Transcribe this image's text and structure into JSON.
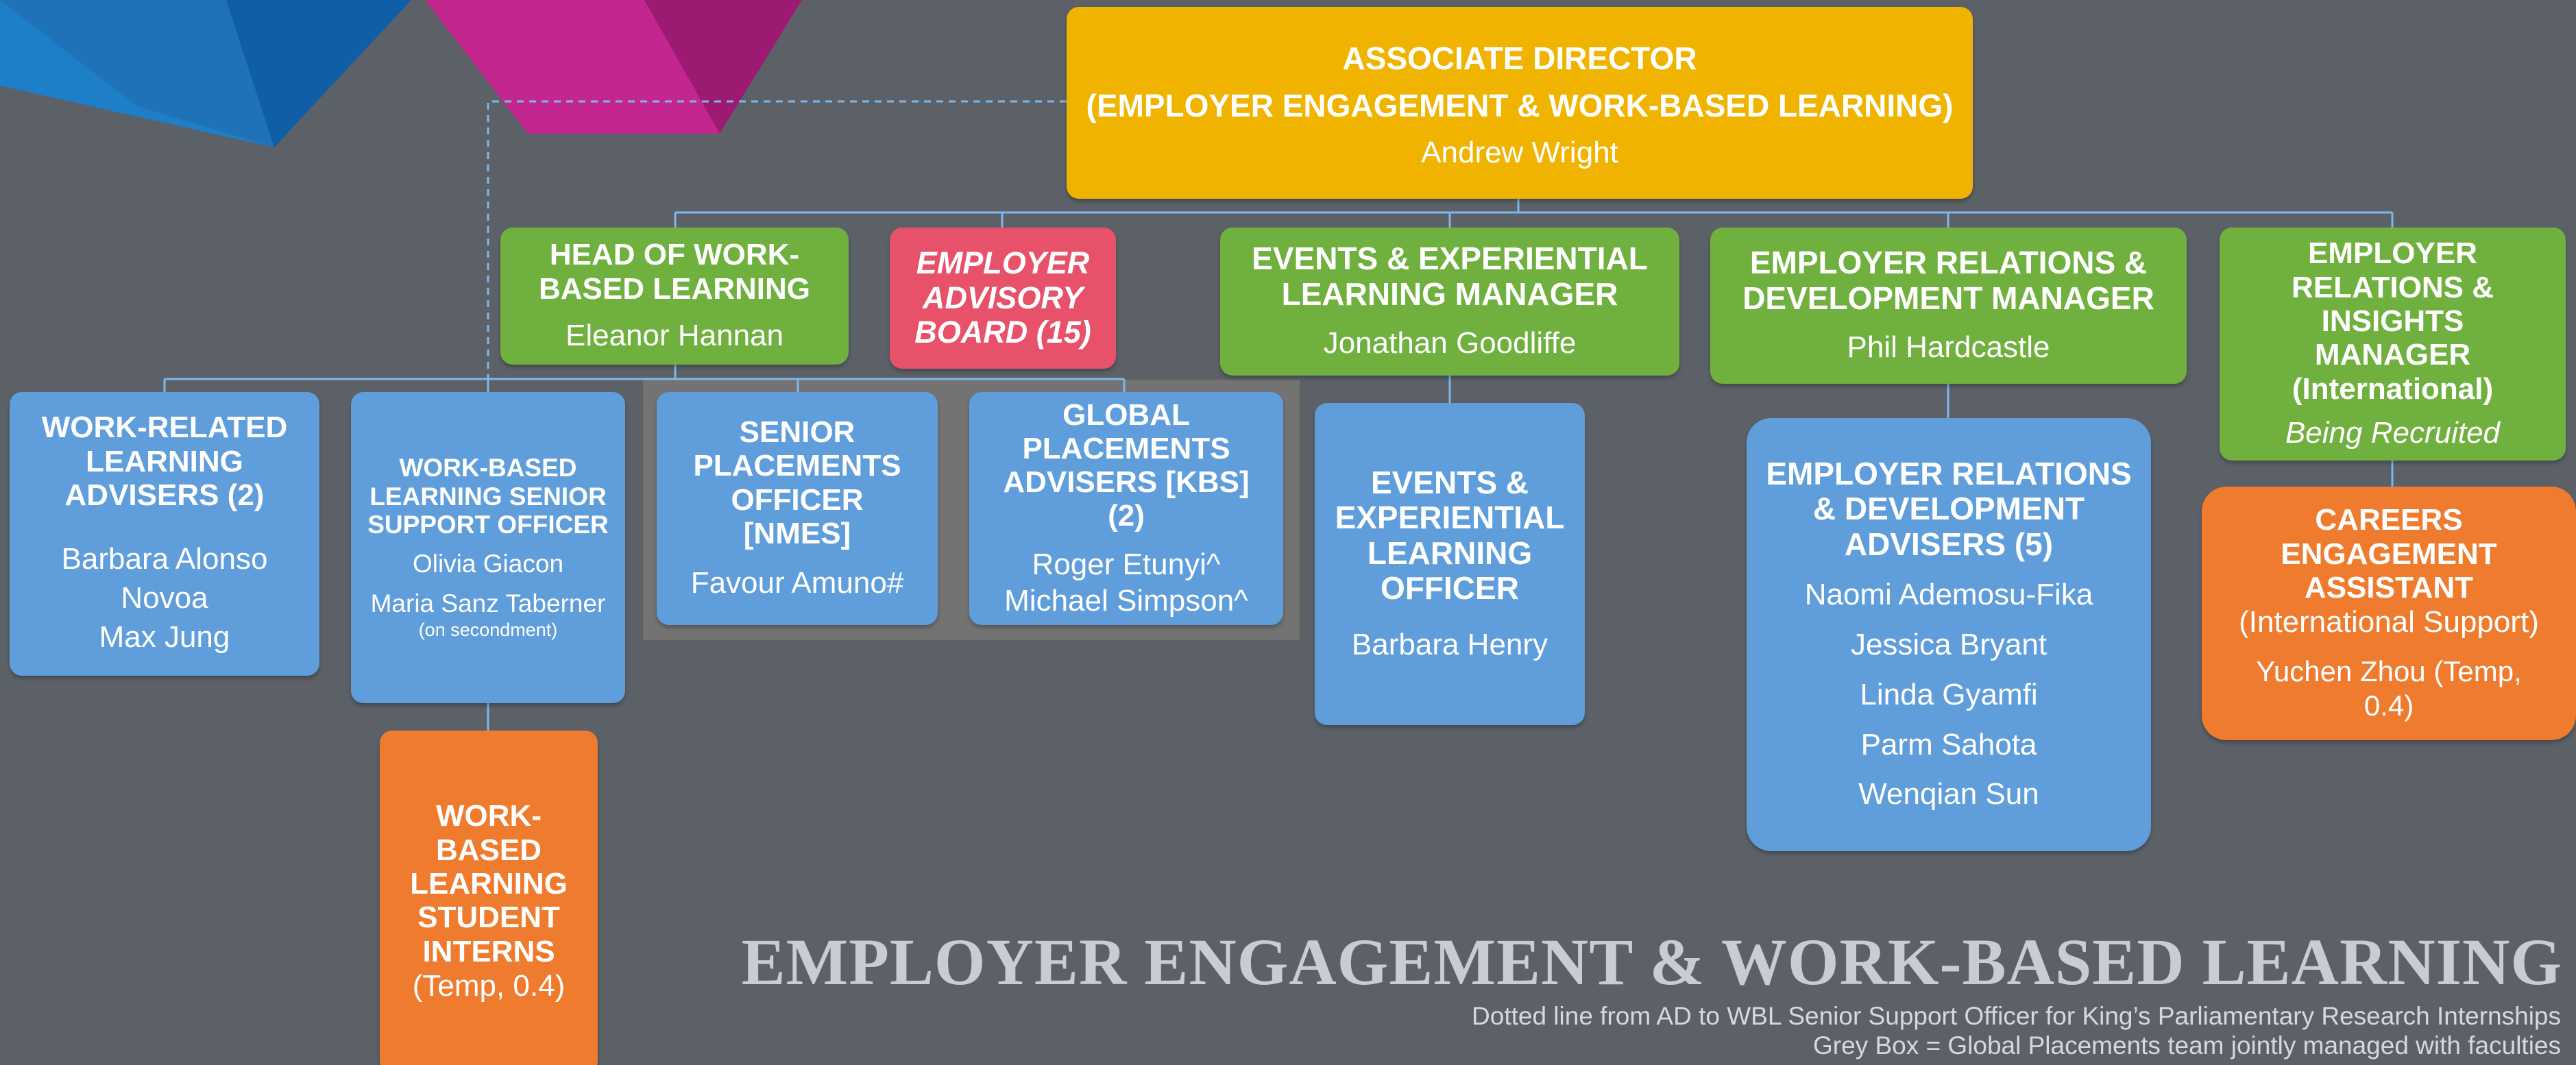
{
  "colors": {
    "background": "#5c6168",
    "leadership": "#f0b400",
    "manager": "#6fb03f",
    "staff": "#5f9edb",
    "temporary": "#ef7b2f",
    "advisory": "#e8516a",
    "grey_box": "#737373",
    "connector": "#7fb8e8"
  },
  "associate_director": {
    "title": "ASSOCIATE DIRECTOR\n(EMPLOYER ENGAGEMENT & WORK-BASED LEARNING)",
    "name": "Andrew Wright"
  },
  "head_wbl": {
    "title": "HEAD OF WORK-\nBASED LEARNING",
    "name": "Eleanor Hannan"
  },
  "advisory_board": {
    "title": "EMPLOYER\nADVISORY\nBOARD (15)"
  },
  "events_manager": {
    "title": "EVENTS & EXPERIENTIAL\nLEARNING MANAGER",
    "name": "Jonathan Goodliffe"
  },
  "er_manager": {
    "title": "EMPLOYER RELATIONS &\nDEVELOPMENT MANAGER",
    "name": "Phil Hardcastle"
  },
  "insights_manager": {
    "title": "EMPLOYER\nRELATIONS &\nINSIGHTS\nMANAGER\n(International)",
    "name": "Being Recruited"
  },
  "work_related_advisers": {
    "title": "WORK-RELATED\nLEARNING\nADVISERS (2)",
    "names": "Barbara Alonso\nNovoa\nMax Jung"
  },
  "wbl_senior_support": {
    "title": "WORK-BASED\nLEARNING SENIOR\nSUPPORT OFFICER",
    "name1": "Olivia Giacon",
    "name2": "Maria Sanz Taberner",
    "note": "(on secondment)"
  },
  "senior_placements": {
    "title": "SENIOR\nPLACEMENTS\nOFFICER\n[NMES]",
    "name": "Favour Amuno#"
  },
  "global_placements": {
    "title": "GLOBAL\nPLACEMENTS\nADVISERS [KBS]\n(2)",
    "names": "Roger Etunyi^\nMichael Simpson^"
  },
  "events_officer": {
    "title": "EVENTS &\nEXPERIENTIAL\nLEARNING\nOFFICER",
    "name": "Barbara Henry"
  },
  "er_advisers": {
    "title": "EMPLOYER RELATIONS\n& DEVELOPMENT\nADVISERS (5)",
    "names": [
      "Naomi Ademosu-Fika",
      "Jessica Bryant",
      "Linda Gyamfi",
      "Parm Sahota",
      "Wenqian Sun"
    ]
  },
  "careers_assistant": {
    "title": "CAREERS\nENGAGEMENT\nASSISTANT",
    "subtitle": "(International Support)",
    "name": "Yuchen Zhou (Temp,\n0.4)"
  },
  "interns": {
    "title": "WORK-\nBASED\nLEARNING\nSTUDENT\nINTERNS",
    "subtitle": "(Temp, 0.4)"
  },
  "footer": {
    "title": "EMPLOYER ENGAGEMENT & WORK-BASED LEARNING",
    "note1": "Dotted line from AD to WBL Senior Support Officer for King’s Parliamentary Research Internships",
    "note2": "Grey Box = Global Placements team jointly managed with faculties"
  }
}
